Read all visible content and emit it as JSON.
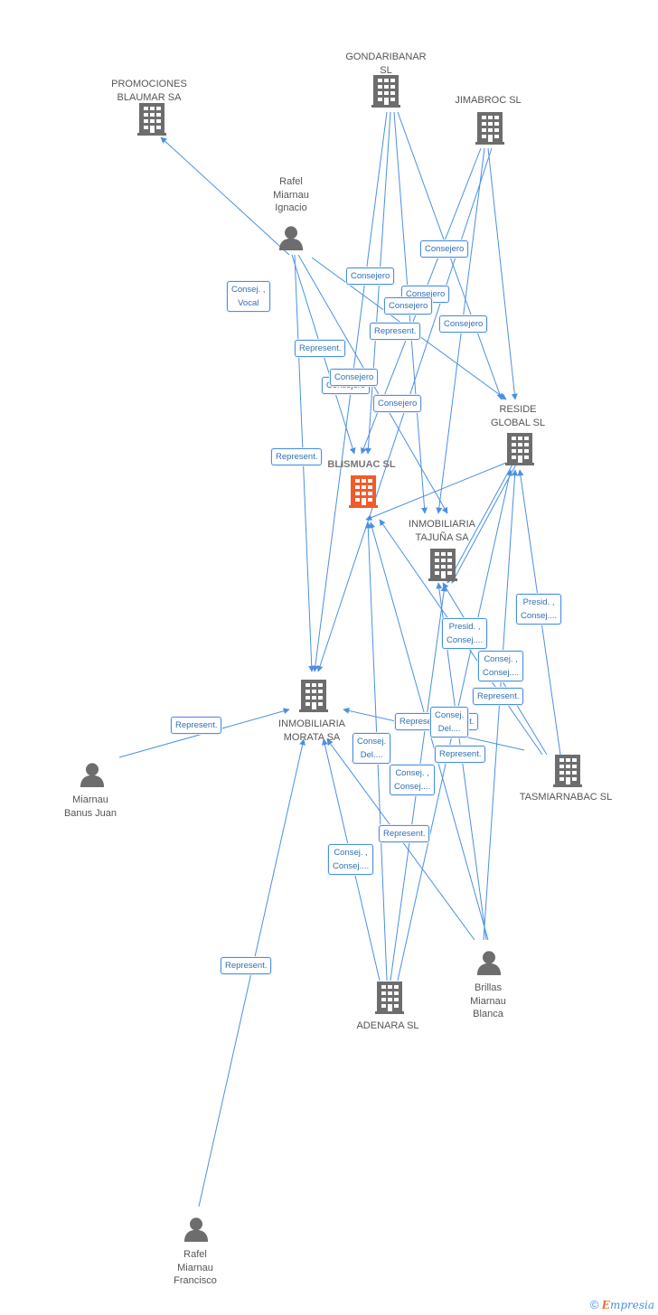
{
  "colors": {
    "edge": "#4a90e2",
    "node_icon": "#6d6d6d",
    "focus_icon": "#f15a2a",
    "edge_label_text": "#2f6fb5",
    "node_text": "#555555"
  },
  "nodes": [
    {
      "id": "gondaribanar",
      "type": "company",
      "label": "GONDARIBANAR\nSL",
      "focus": false
    },
    {
      "id": "promociones",
      "type": "company",
      "label": "PROMOCIONES\nBLAUMAR SA",
      "focus": false
    },
    {
      "id": "jimabroc",
      "type": "company",
      "label": "JIMABROC  SL",
      "focus": false
    },
    {
      "id": "rafel_ignacio",
      "type": "person",
      "label": "Rafel\nMiarnau\nIgnacio",
      "focus": false
    },
    {
      "id": "reside",
      "type": "company",
      "label": "RESIDE\nGLOBAL SL",
      "focus": false
    },
    {
      "id": "blismuac",
      "type": "company",
      "label": "BLISMUAC SL",
      "focus": true
    },
    {
      "id": "tajuna",
      "type": "company",
      "label": "INMOBILIARIA\nTAJUÑA SA",
      "focus": false
    },
    {
      "id": "morata",
      "type": "company",
      "label": "INMOBILIARIA\nMORATA SA",
      "focus": false
    },
    {
      "id": "banus",
      "type": "person",
      "label": "Miarnau\nBanus Juan",
      "focus": false
    },
    {
      "id": "tasmiarnabac",
      "type": "company",
      "label": "TASMIARNABAC SL",
      "focus": false
    },
    {
      "id": "brillas",
      "type": "person",
      "label": "Brillas\nMiarnau\nBlanca",
      "focus": false
    },
    {
      "id": "adenara",
      "type": "company",
      "label": "ADENARA  SL",
      "focus": false
    },
    {
      "id": "rafel_francisco",
      "type": "person",
      "label": "Rafel\nMiarnau\nFrancisco",
      "focus": false
    }
  ],
  "edge_labels": [
    "Consejero",
    "Consej. ,\nVocal",
    "Consejero",
    "Consejero",
    "Consejero",
    "Consejero",
    "Consejero",
    "Represent.",
    "Represent.",
    "Represent.",
    "Consejero",
    "Consejero",
    "Represent.",
    "Presid. ,\nConsej....",
    "Presid. ,\nConsej....",
    "Consej. ,\nConsej....",
    "Represent.",
    "Represent.",
    "Consej.\nDel....",
    "Represent.",
    "Consej. ,\nConsej....",
    "Represent.",
    "Consej. ,\nConsej....",
    "Represent.",
    "Represent.",
    "Consej.\nDel...."
  ],
  "footer": {
    "copyright": "©",
    "brand_first": "E",
    "brand_rest": "mpresia"
  }
}
